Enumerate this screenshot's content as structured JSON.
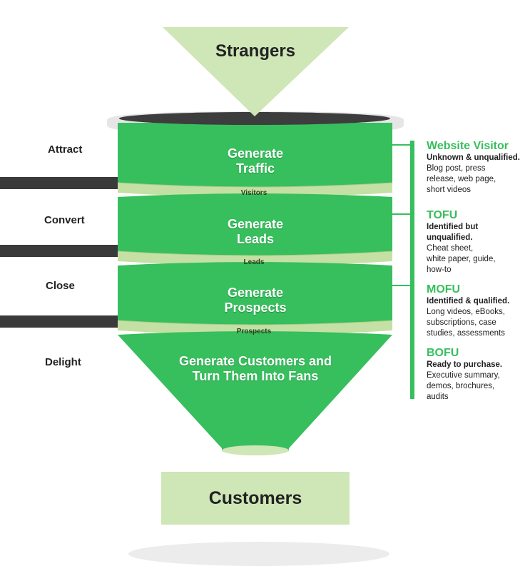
{
  "top_label": "Strangers",
  "bottom_label": "Customers",
  "left_labels": [
    "Attract",
    "Convert",
    "Close",
    "Delight"
  ],
  "stages": [
    {
      "line1": "Generate",
      "line2": "Traffic"
    },
    {
      "line1": "Generate",
      "line2": "Leads"
    },
    {
      "line1": "Generate",
      "line2": "Prospects"
    },
    {
      "line1": "Generate Customers and",
      "line2": "Turn Them Into Fans"
    }
  ],
  "bands": [
    "Visitors",
    "Leads",
    "Prospects"
  ],
  "right_blocks": [
    {
      "heading": "Website Visitor",
      "sub": "Unknown & unqualified.",
      "desc": [
        "Blog post, press",
        "release, web page,",
        "short videos"
      ]
    },
    {
      "heading": "TOFU",
      "sub": "Identified but unqualified.",
      "desc": [
        "Cheat sheet,",
        "white paper, guide,",
        "how-to"
      ]
    },
    {
      "heading": "MOFU",
      "sub": "Identified & qualified.",
      "desc": [
        "Long videos, eBooks,",
        "subscriptions, case",
        "studies, assessments"
      ]
    },
    {
      "heading": "BOFU",
      "sub": "Ready to purchase.",
      "desc": [
        "Executive summary,",
        "demos, brochures,",
        "audits"
      ]
    }
  ],
  "colors": {
    "funnel_green": "#36bf5c",
    "band_green": "#c5e0a4",
    "light_green": "#cfe6b7",
    "dark_bar": "#3a3a3a"
  }
}
